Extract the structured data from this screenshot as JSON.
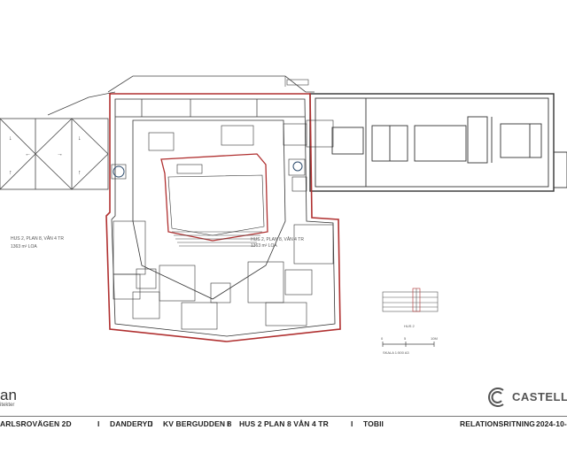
{
  "plan": {
    "main_label_line1": "HUS 2, PLAN 8, VÅN 4 TR",
    "main_label_line2": "1363 m² LOA",
    "left_label_line1": "HUS 2, PLAN 8, VÅN 4 TR",
    "left_label_line2": "1363 m² LOA",
    "key_plan_label": "HUS 2",
    "scale_ticks": [
      "0",
      "5",
      "10M"
    ],
    "scale_note": "SKALA 1:500 A3"
  },
  "title_block": {
    "architect_brand": "an",
    "architect_sub": "itekter",
    "client_brand": "CASTELLU",
    "address": "ARLSROVÄGEN 2D",
    "municipality": "DANDERYD",
    "property": "KV BERGUDDEN 8",
    "level": "HUS 2  PLAN 8  VÅN 4 TR",
    "tenant": "TOBII",
    "drawing_type": "RELATIONSRITNING",
    "date": "2024-10-"
  },
  "colors": {
    "wall": "#333333",
    "boundary": "#b03030",
    "accent": "#2c4a6b"
  }
}
